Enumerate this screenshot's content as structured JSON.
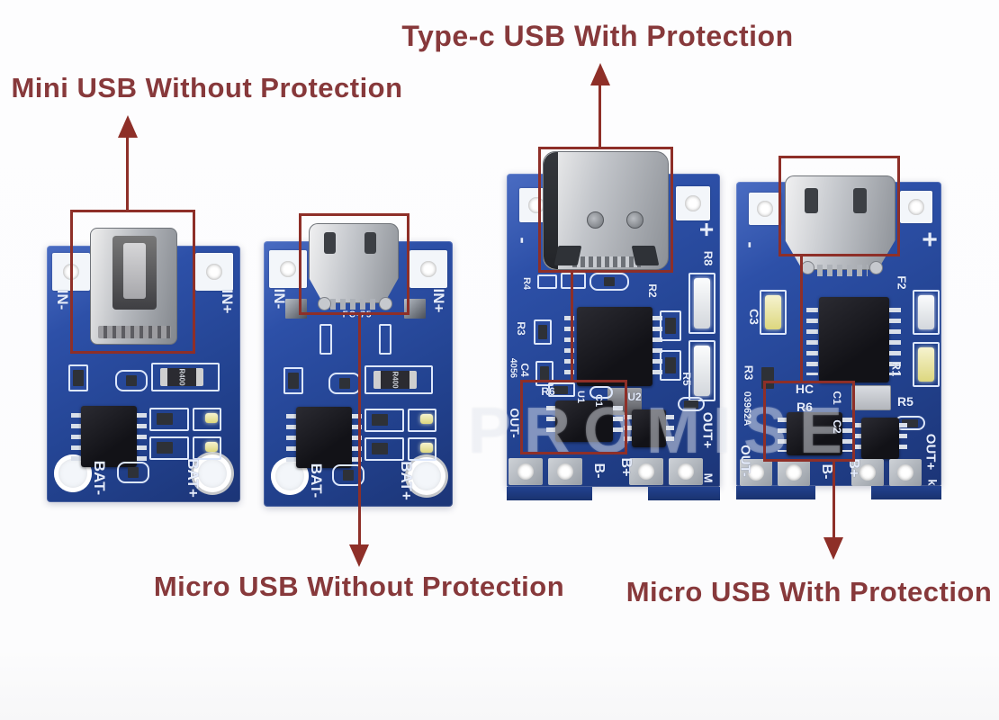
{
  "watermark": "PROMISE",
  "colors": {
    "annotation_red": "#8e2f28",
    "label_maroon": "#87393b",
    "pcb_blue": "#2d50a8",
    "silkscreen_white": "#e6edfc",
    "connector_metal": "#c3c6cb",
    "ic_black": "#1b1b20",
    "led_yellow": "#ddd77f"
  },
  "annotations": {
    "mini_usb": {
      "label": "Mini USB Without Protection"
    },
    "type_c": {
      "label": "Type-c USB With Protection"
    },
    "micro_usb_without": {
      "label": "Micro USB Without Protection"
    },
    "micro_usb_with": {
      "label": "Micro USB With Protection"
    }
  },
  "boards": [
    {
      "name": "mini-usb-without-protection-board",
      "connector": "mini-usb",
      "silk": {
        "in_minus": "IN-",
        "in_plus": "IN+",
        "bat_minus": "BAT-",
        "bat_plus": "BAT+",
        "r400": "R400"
      }
    },
    {
      "name": "micro-usb-without-protection-board",
      "connector": "micro-usb",
      "silk": {
        "in_minus": "IN-",
        "in_plus": "IN+",
        "bat_minus": "BAT-",
        "bat_plus": "BAT+",
        "r400": "R400",
        "fc75": "FC-75"
      }
    },
    {
      "name": "type-c-usb-with-protection-board",
      "connector": "usb-type-c",
      "silk": {
        "minus": "-",
        "plus": "+",
        "r8": "R8",
        "r4": "R4",
        "r2": "R2",
        "r3": "R3",
        "c4": "C4",
        "u1": "U1",
        "c1": "C1",
        "r6": "R6",
        "code": "4056",
        "out_minus": "OUT-",
        "u2": "U2",
        "r5": "R5",
        "out_plus": "OUT+",
        "b_minus": "B-",
        "b_plus": "B+",
        "m": "M"
      }
    },
    {
      "name": "micro-usb-with-protection-board",
      "connector": "micro-usb",
      "silk": {
        "minus": "-",
        "plus": "+",
        "c3": "C3",
        "r3": "R3",
        "code": "03962A",
        "out_minus": "OUT-",
        "f2": "F2",
        "r1": "R1",
        "hc": "HC",
        "r6": "R6",
        "c1": "C1",
        "c2": "C2",
        "r5": "R5",
        "out_plus": "OUT+",
        "b_minus": "B-",
        "b_plus": "B+",
        "k": "k"
      }
    }
  ]
}
